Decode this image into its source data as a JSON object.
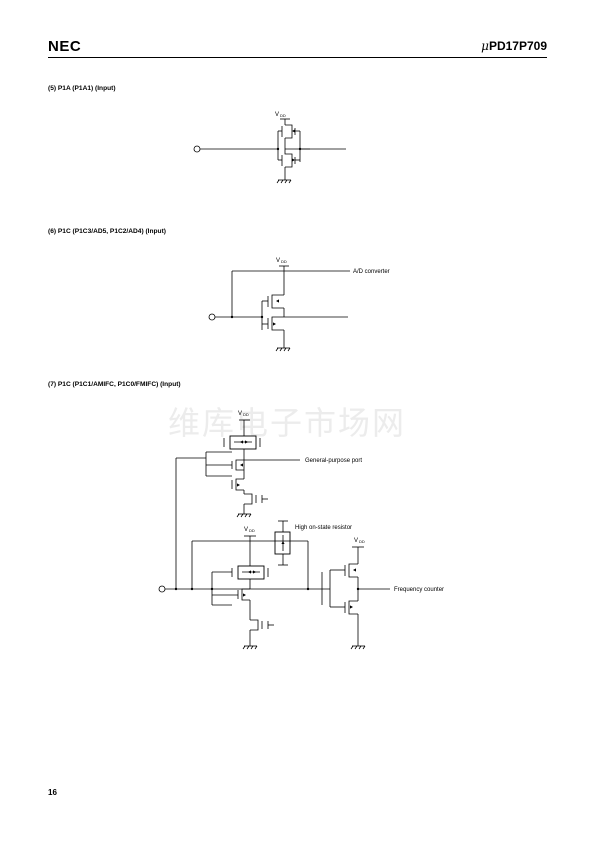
{
  "header": {
    "logo": "NEC",
    "part_mu": "μ",
    "part_number": "PD17P709"
  },
  "sections": [
    {
      "heading": "(5)  P1A (P1A1) (Input)"
    },
    {
      "heading": "(6)  P1C (P1C3/AD5, P1C2/AD4) (Input)"
    },
    {
      "heading": "(7)  P1C (P1C1/AMIFC, P1C0/FMIFC) (Input)"
    }
  ],
  "labels": {
    "vdd_main": "V",
    "vdd_sub": "DD",
    "ad_converter": "A/D converter",
    "general_purpose_port": "General-purpose port",
    "high_on_state_resistor": "High on-state resistor",
    "frequency_counter": "Frequency counter"
  },
  "watermark": "维库电子市场网",
  "footer": {
    "page_number": "16"
  }
}
